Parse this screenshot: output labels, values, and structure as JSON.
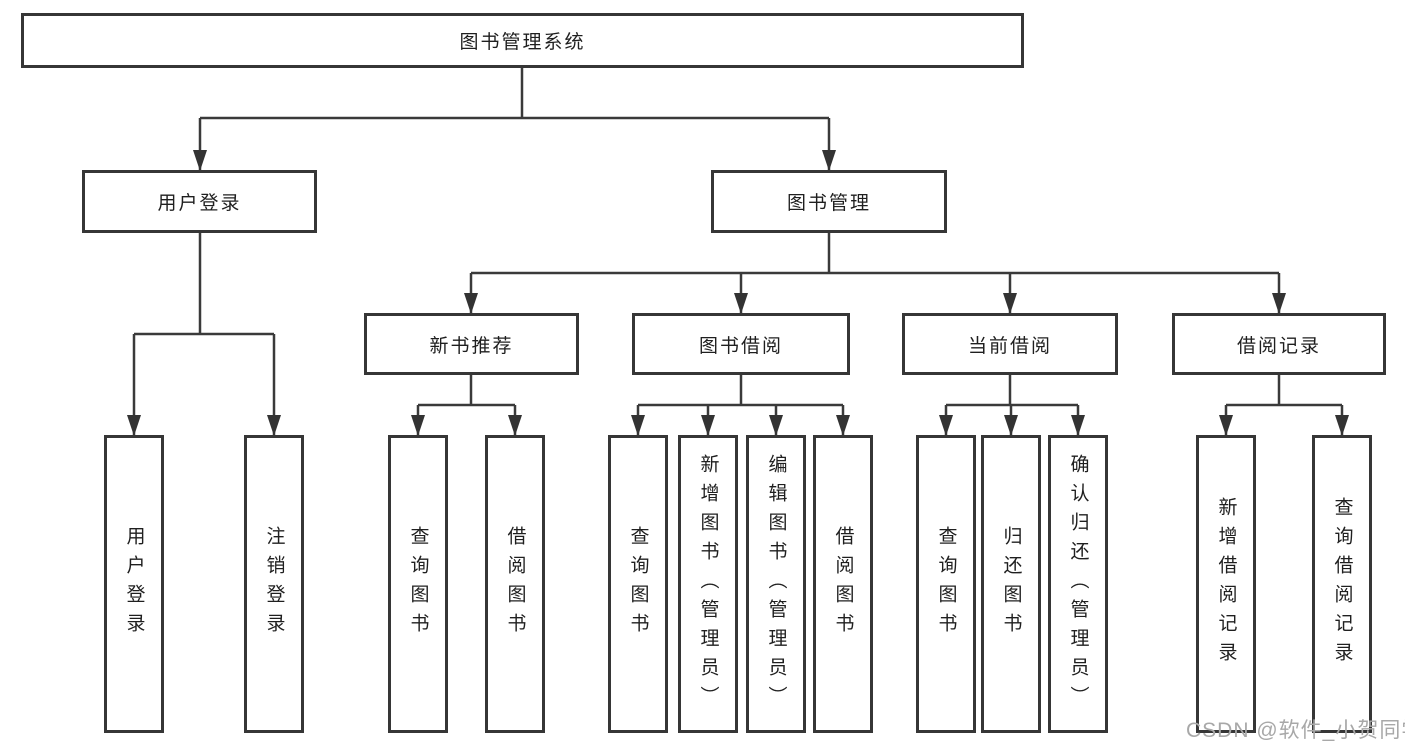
{
  "diagram": {
    "root": {
      "label": "图书管理系统"
    },
    "branches": [
      {
        "label": "用户登录",
        "children": [
          {
            "label": "用户登录"
          },
          {
            "label": "注销登录"
          }
        ]
      },
      {
        "label": "图书管理",
        "children": [
          {
            "label": "新书推荐",
            "children": [
              {
                "label": "查询图书"
              },
              {
                "label": "借阅图书"
              }
            ]
          },
          {
            "label": "图书借阅",
            "children": [
              {
                "label": "查询图书"
              },
              {
                "label": "新增图书（管理员）"
              },
              {
                "label": "编辑图书（管理员）"
              },
              {
                "label": "借阅图书"
              }
            ]
          },
          {
            "label": "当前借阅",
            "children": [
              {
                "label": "查询图书"
              },
              {
                "label": "归还图书"
              },
              {
                "label": "确认归还（管理员）"
              }
            ]
          },
          {
            "label": "借阅记录",
            "children": [
              {
                "label": "新增借阅记录"
              },
              {
                "label": "查询借阅记录"
              }
            ]
          }
        ]
      }
    ],
    "watermark": "CSDN @软件_小贺同学",
    "colors": {
      "line": "#3a3a3a",
      "box_border": "#363636",
      "text": "#1f1f1f",
      "watermark": "#a8a8a8",
      "background": "#ffffff"
    }
  }
}
